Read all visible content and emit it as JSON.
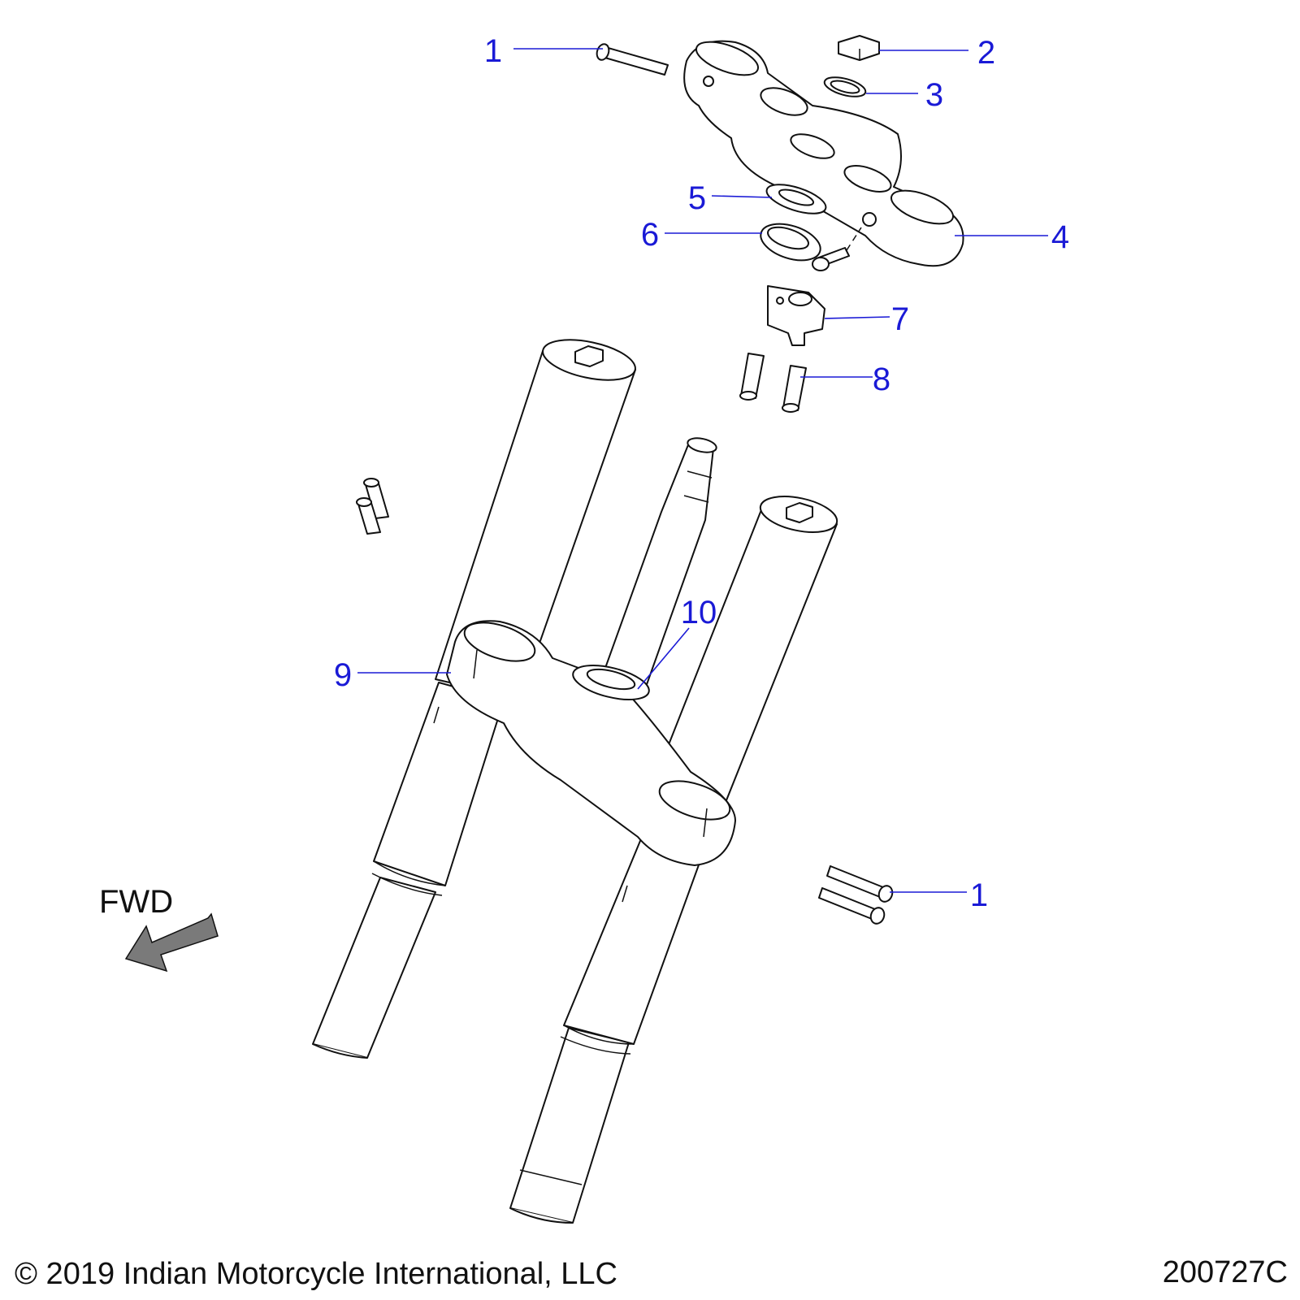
{
  "colors": {
    "callout": "#1a1ad6",
    "line": "#111111",
    "arrow_fill": "#7a7a7a",
    "background": "#ffffff"
  },
  "direction_label": "FWD",
  "callouts": [
    {
      "id": "c1a",
      "label": "1"
    },
    {
      "id": "c2",
      "label": "2"
    },
    {
      "id": "c3",
      "label": "3"
    },
    {
      "id": "c5",
      "label": "5"
    },
    {
      "id": "c4",
      "label": "4"
    },
    {
      "id": "c6",
      "label": "6"
    },
    {
      "id": "c7",
      "label": "7"
    },
    {
      "id": "c8",
      "label": "8"
    },
    {
      "id": "c10",
      "label": "10"
    },
    {
      "id": "c9",
      "label": "9"
    },
    {
      "id": "c1b",
      "label": "1"
    }
  ],
  "footer": {
    "copyright": "© 2019 Indian Motorcycle International, LLC",
    "diagram_number": "200727C"
  }
}
